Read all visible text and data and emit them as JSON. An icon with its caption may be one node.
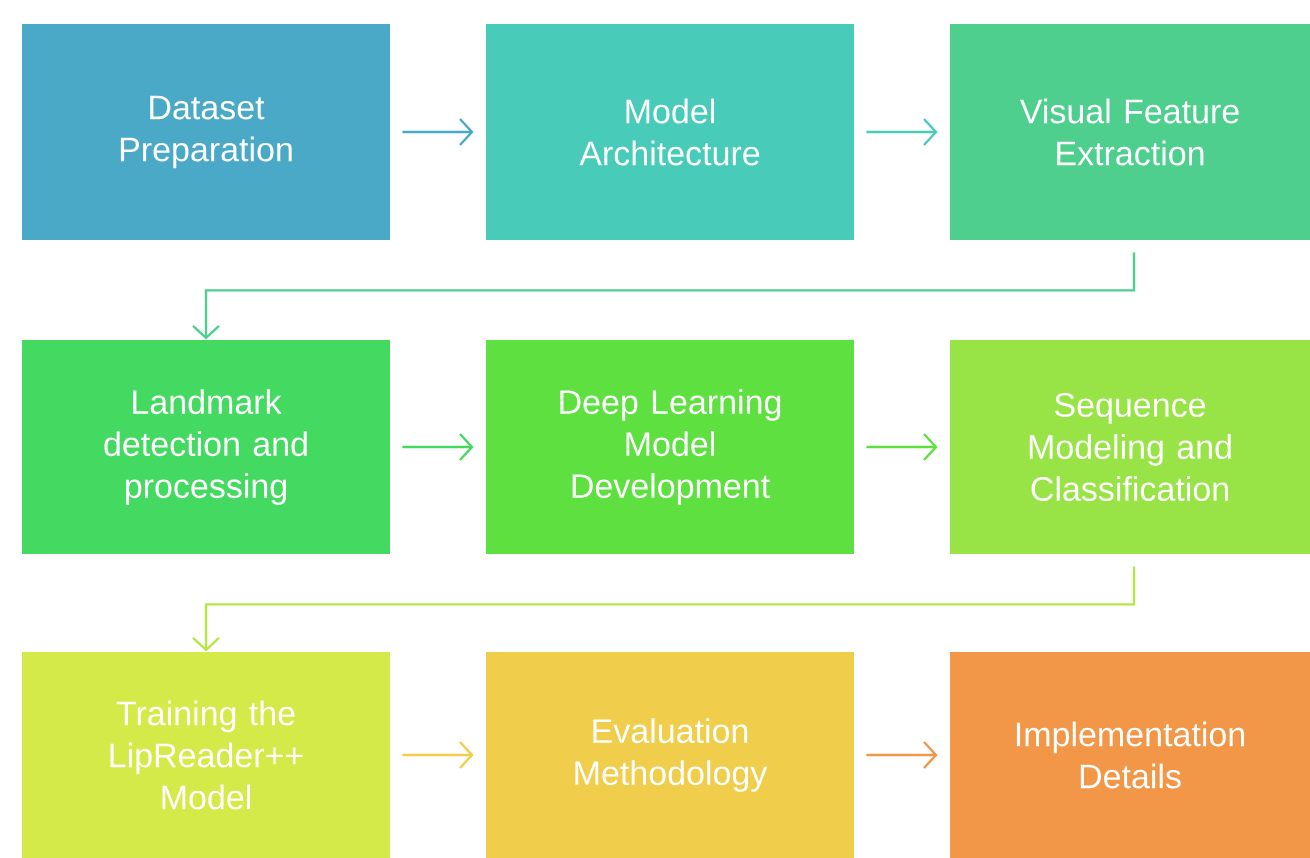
{
  "diagram": {
    "nodes": [
      {
        "text": [
          "Dataset Preparation"
        ]
      },
      {
        "text": [
          "Model Architecture"
        ]
      },
      {
        "text": [
          "Visual Feature Extraction"
        ]
      },
      {
        "text": [
          "Landmark detection and processing"
        ]
      },
      {
        "text": [
          "Deep Learning Model Development"
        ]
      },
      {
        "text": [
          "Sequence Modeling and Classification"
        ]
      },
      {
        "text": [
          "Training the LipReader++ Model"
        ]
      },
      {
        "text": [
          "Evaluation Methodology"
        ]
      },
      {
        "text": [
          "Implementation Details"
        ]
      }
    ],
    "edges": [
      {
        "from": 0,
        "to": 1,
        "arrow": "to",
        "color": "#4aa9c6"
      },
      {
        "from": 1,
        "to": 2,
        "arrow": "to",
        "color": "#48cbb9"
      },
      {
        "from": 2,
        "to": 3,
        "arrow": "to",
        "color": "#4ecf8d"
      },
      {
        "from": 3,
        "to": 4,
        "arrow": "to",
        "color": "#44da62"
      },
      {
        "from": 4,
        "to": 5,
        "arrow": "to",
        "color": "#5ee040"
      },
      {
        "from": 5,
        "to": 6,
        "arrow": "to",
        "color": "#b5e648"
      },
      {
        "from": 6,
        "to": 7,
        "arrow": "to",
        "color": "#f0cd4a"
      },
      {
        "from": 7,
        "to": 8,
        "arrow": "to",
        "color": "#f29647"
      }
    ]
  }
}
